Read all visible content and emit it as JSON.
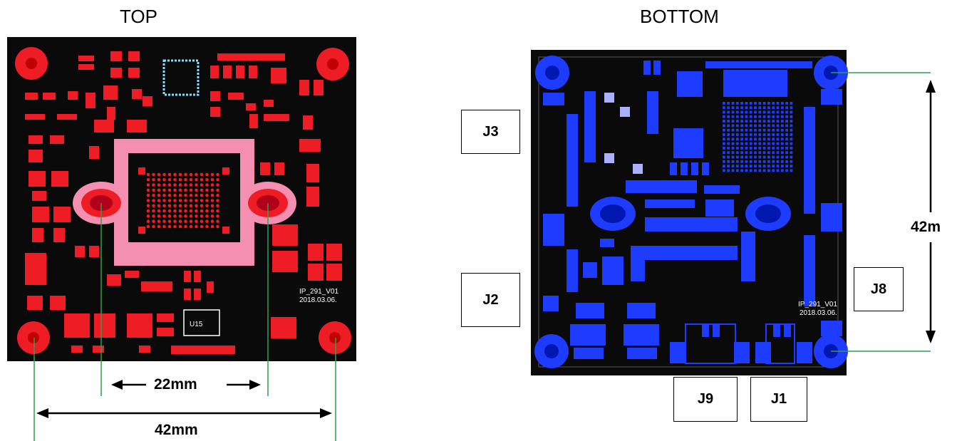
{
  "top_view": {
    "title": "TOP",
    "dim_inner": "22mm",
    "dim_outer": "42mm",
    "board_label_line1": "IP_291_V01",
    "board_label_line2": "2018.03.06.",
    "chip_label": "U15"
  },
  "bottom_view": {
    "title": "BOTTOM",
    "dim_vertical": "42m",
    "board_label_line1": "IP_291_V01",
    "board_label_line2": "2018.03.06.",
    "connectors": {
      "j3": "J3",
      "j2": "J2",
      "j8": "J8",
      "j9": "J9",
      "j1": "J1"
    }
  },
  "colors": {
    "board": "#0a0a0a",
    "top_pads": "#ee1c24",
    "top_sensor": "#f48fb1",
    "bottom_pads": "#1e3cff",
    "dimension_lines": "#2e9e4f"
  }
}
